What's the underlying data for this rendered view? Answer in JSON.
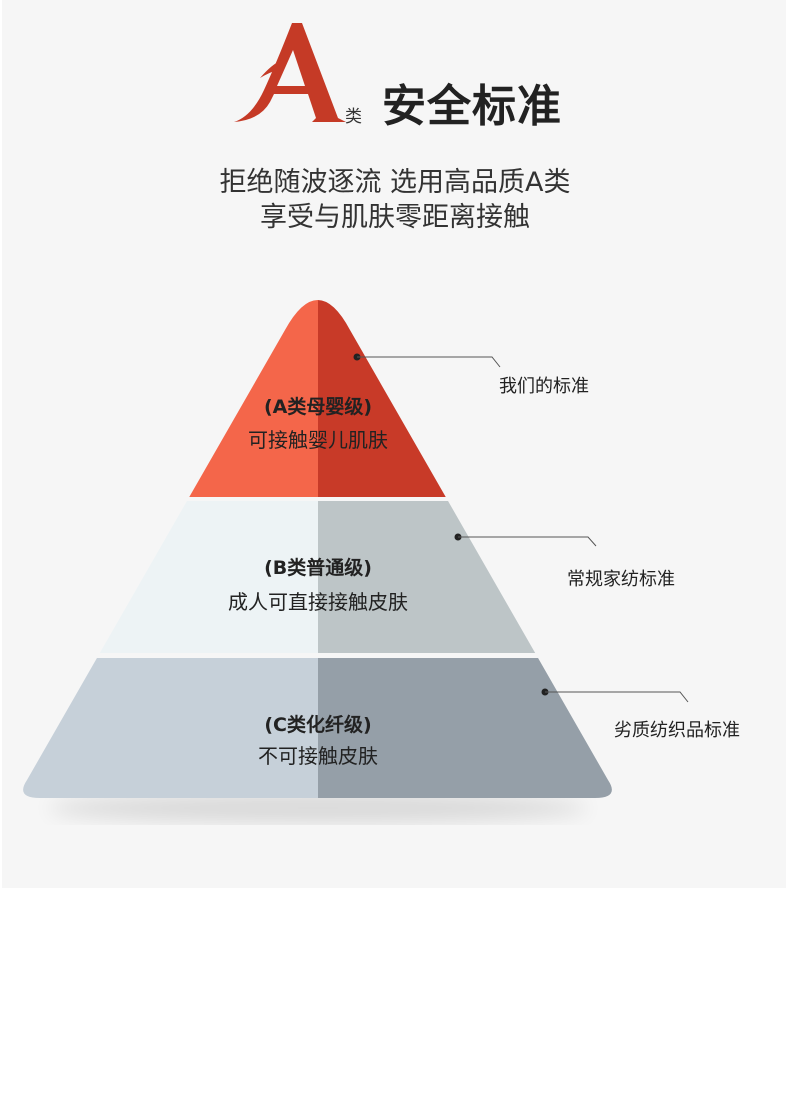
{
  "header": {
    "logo_letter": "A",
    "logo_suffix": "类",
    "title": "安全标准",
    "subtitle_lines": [
      "拒绝随波逐流 选用高品质A类",
      "享受与肌肤零距离接触"
    ]
  },
  "pyramid": {
    "tiers": [
      {
        "heading": "(A类母婴级)",
        "description": "可接触婴儿肌肤",
        "callout": "我们的标准",
        "color_left": "#f4664a",
        "color_right": "#c83a28"
      },
      {
        "heading": "(B类普通级)",
        "description": "成人可直接接触皮肤",
        "callout": "常规家纺标准",
        "color_left": "#edf3f5",
        "color_right": "#bdc5c7"
      },
      {
        "heading": "(C类化纤级)",
        "description": "不可接触皮肤",
        "callout": "劣质纺织品标准",
        "color_left": "#c6d0d9",
        "color_right": "#959fa8"
      }
    ]
  },
  "colors": {
    "brand": "#c53a26",
    "panel": "#f6f6f6"
  }
}
